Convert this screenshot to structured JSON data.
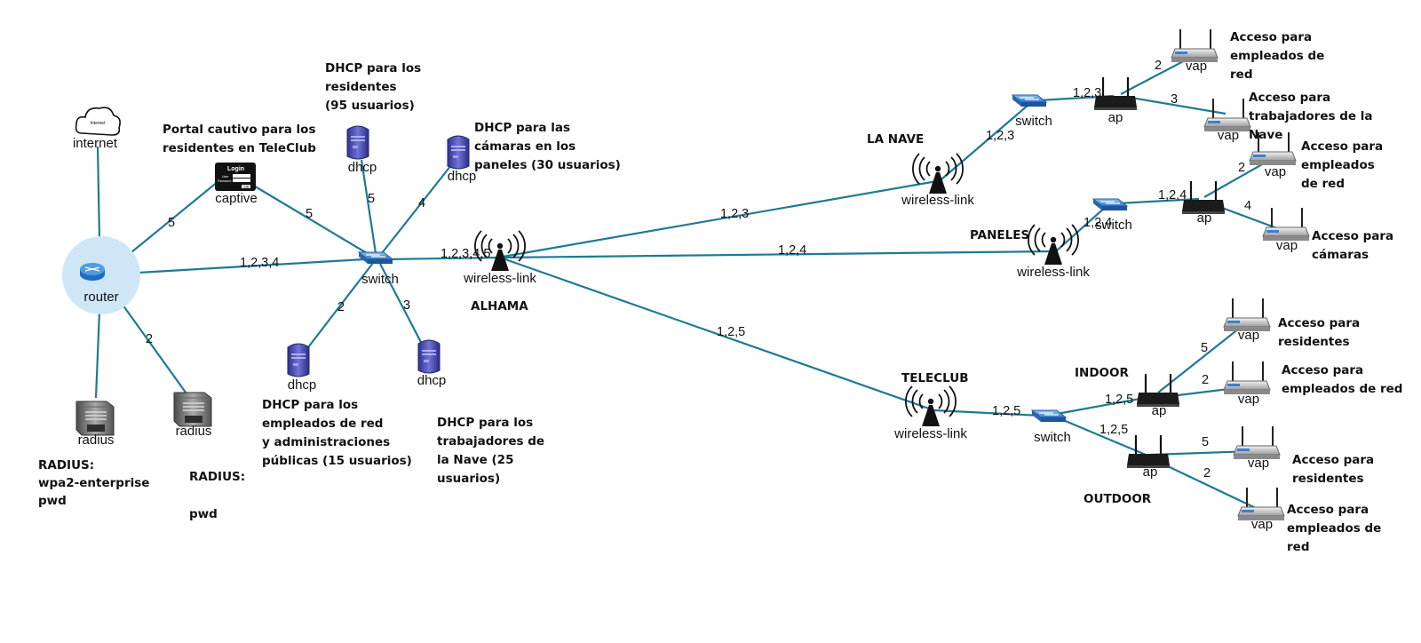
{
  "nodes": {
    "internet": "internet",
    "internet_cloud_text": "Internet",
    "router": "router",
    "radius1": "radius",
    "radius2": "radius",
    "captive": "captive",
    "captive_login_title": "Login",
    "captive_user": "User",
    "captive_password": "Password",
    "captive_ok": "OK",
    "switch_main": "switch",
    "dhcp": "dhcp",
    "wireless_link": "wireless-link",
    "switch": "switch",
    "ap": "ap",
    "vap": "vap"
  },
  "site_labels": {
    "alhama": "ALHAMA",
    "la_nave": "LA NAVE",
    "paneles": "PANELES",
    "teleclub": "TELECLUB",
    "indoor": "INDOOR",
    "outdoor": "OUTDOOR"
  },
  "notes": {
    "radius1": [
      "RADIUS:",
      "wpa2-enterprise",
      "pwd"
    ],
    "radius2": [
      "RADIUS:",
      "",
      "pwd"
    ],
    "portal": [
      "Portal cautivo para los",
      "residentes en TeleClub"
    ],
    "dhcp_res": [
      "DHCP para los",
      "residentes",
      "(95 usuarios)"
    ],
    "dhcp_cam": [
      "DHCP para las",
      "cámaras en los",
      "paneles (30 usuarios)"
    ],
    "dhcp_emp": [
      "DHCP para los",
      "empleados de red",
      "y administraciones",
      "públicas (15 usuarios)"
    ],
    "dhcp_nave": [
      "DHCP para los",
      "trabajadores de",
      "la Nave (25",
      "usuarios)"
    ],
    "vap_nave_emp": [
      "Acceso para",
      "empleados  de",
      "red"
    ],
    "vap_nave_trab": [
      "Acceso para",
      "trabajadores de la",
      "Nave"
    ],
    "vap_pan_emp": [
      "Acceso para",
      "empleados",
      "de red"
    ],
    "vap_pan_cam": [
      "Acceso para",
      "cámaras"
    ],
    "vap_in_res": [
      "Acceso para",
      "residentes"
    ],
    "vap_in_emp": [
      "Acceso para",
      "empleados  de red"
    ],
    "vap_out_res": [
      "Acceso para",
      "residentes"
    ],
    "vap_out_emp": [
      "Acceso para",
      "empleados  de",
      "red"
    ]
  },
  "vlans": {
    "router_internet": "",
    "router_captive": "5",
    "router_switch": "1,2,3,4",
    "router_radius2": "2",
    "captive_switch": "5",
    "dhcp_res": "5",
    "dhcp_cam": "4",
    "dhcp_emp": "2",
    "dhcp_nave": "3",
    "switch_wl": "1,2,3,4,5",
    "to_nave": "1,2,3",
    "to_paneles": "1,2,4",
    "to_teleclub": "1,2,5",
    "nave_wl_switch": "1,2,3",
    "nave_switch_ap": "1,2,3",
    "nave_vap_emp": "2",
    "nave_vap_trab": "3",
    "pan_wl_switch": "1,2,4",
    "pan_switch_ap": "1,2,4",
    "pan_vap_emp": "2",
    "pan_vap_cam": "4",
    "tc_wl_switch": "1,2,5",
    "tc_switch_ap_in": "1,2,5",
    "tc_switch_ap_out": "1,2,5",
    "in_vap_res": "5",
    "in_vap_emp": "2",
    "out_vap_res": "5",
    "out_vap_emp": "2"
  },
  "colors": {
    "link": "#1f7a93",
    "router_halo": "#cfe6f7",
    "router_body": "#1a6fc0",
    "switch_blue": "#4a8fd8",
    "server_purple": "#4b4fb0"
  }
}
